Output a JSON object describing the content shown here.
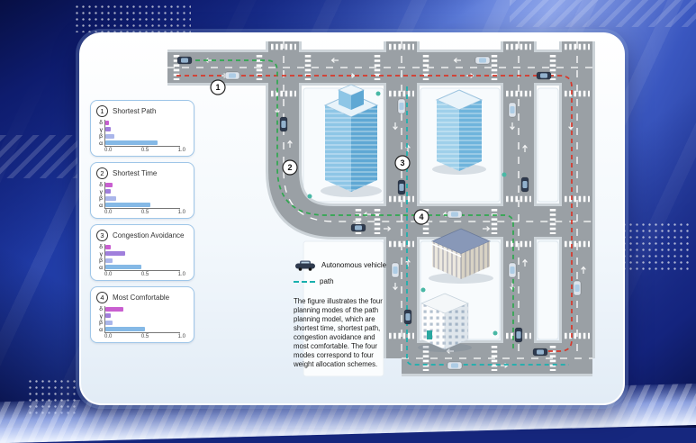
{
  "figure": {
    "legend": {
      "vehicle_label": "Autonomous vehicle",
      "path_label": "path"
    },
    "caption": "The figure illustrates the four planning modes of the path planning model, which are shortest time, shortest path, congestion avoidance and most comfortable. The four modes correspond to four weight allocation schemes.",
    "markers": [
      "1",
      "2",
      "3",
      "4"
    ]
  },
  "chart_data": [
    {
      "type": "bar",
      "orientation": "horizontal",
      "number": "1",
      "title": "Shortest Path",
      "categories": [
        "δ",
        "γ",
        "β",
        "α"
      ],
      "values": [
        0.05,
        0.08,
        0.12,
        0.72
      ],
      "xlim": [
        0,
        1
      ],
      "ticks": [
        "0.0",
        "0.5",
        "1.0"
      ]
    },
    {
      "type": "bar",
      "orientation": "horizontal",
      "number": "2",
      "title": "Shortest Time",
      "categories": [
        "δ",
        "γ",
        "β",
        "α"
      ],
      "values": [
        0.1,
        0.08,
        0.15,
        0.62
      ],
      "xlim": [
        0,
        1
      ],
      "ticks": [
        "0.0",
        "0.5",
        "1.0"
      ]
    },
    {
      "type": "bar",
      "orientation": "horizontal",
      "number": "3",
      "title": "Congestion Avoidance",
      "categories": [
        "δ",
        "γ",
        "β",
        "α"
      ],
      "values": [
        0.08,
        0.28,
        0.1,
        0.5
      ],
      "xlim": [
        0,
        1
      ],
      "ticks": [
        "0.0",
        "0.5",
        "1.0"
      ]
    },
    {
      "type": "bar",
      "orientation": "horizontal",
      "number": "4",
      "title": "Most Comfortable",
      "categories": [
        "δ",
        "γ",
        "β",
        "α"
      ],
      "values": [
        0.25,
        0.08,
        0.1,
        0.55
      ],
      "xlim": [
        0,
        1
      ],
      "ticks": [
        "0.0",
        "0.5",
        "1.0"
      ]
    }
  ],
  "colors": {
    "bar_delta": "#c95fd0",
    "bar_gamma": "#a07fdc",
    "bar_beta": "#aab6ea",
    "bar_alpha": "#85b9e6",
    "path_red": "#d8372a",
    "path_green": "#2fa84f",
    "path_teal": "#19b0ae",
    "road": "#9aa0a5"
  }
}
